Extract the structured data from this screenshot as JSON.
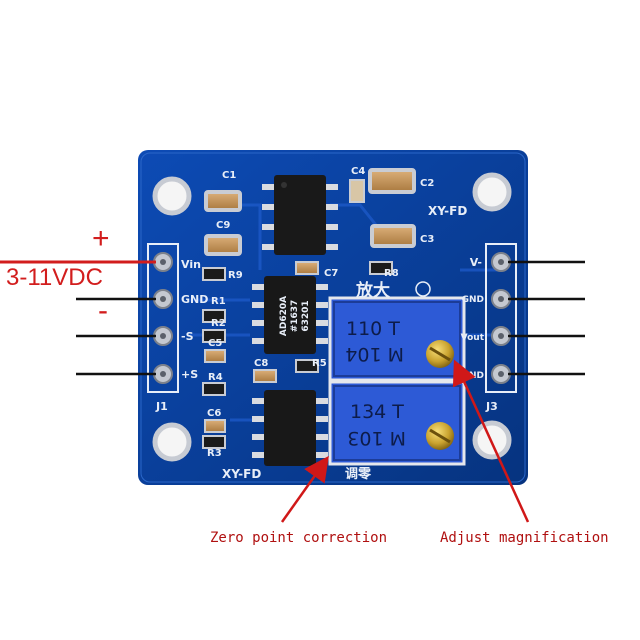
{
  "supply": {
    "voltage_label": "3-11VDC",
    "plus_sign": "+",
    "minus_sign": "-"
  },
  "board": {
    "name_top": "XY-FD",
    "name_bottom": "XY-FD",
    "chip_u1_lines": [
      "AD620A",
      "#1637",
      "63201"
    ],
    "left_header_pins": [
      "Vin",
      "GND",
      "-S",
      "+S"
    ],
    "left_header_ref": "J1",
    "right_header_pins": [
      "V-",
      "GND",
      "Vout",
      "GND"
    ],
    "right_header_ref": "J3",
    "component_refs": [
      "C1",
      "C4",
      "C2",
      "C9",
      "C3",
      "C7",
      "R8",
      "R9",
      "R1",
      "R2",
      "C5",
      "R4",
      "C8",
      "R5",
      "C6",
      "R3"
    ],
    "chinese_text_top": "放大",
    "chinese_text_bottom": "调零",
    "pot_top": {
      "line1": "110 T",
      "line2": "M 104"
    },
    "pot_bottom": {
      "line1": "134 T",
      "line2": "M 103"
    }
  },
  "captions": {
    "zero_point": "Zero point correction",
    "adjust": "Adjust magnification"
  },
  "colors": {
    "board": "#0a3f9e",
    "pot": "#2e5bd6",
    "arrow": "#d01818",
    "wire": "#111111"
  }
}
